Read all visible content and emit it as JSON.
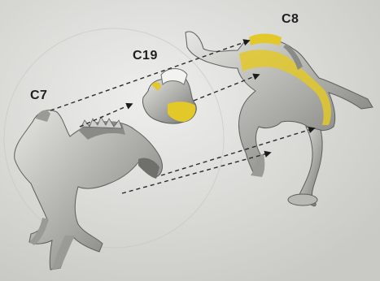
{
  "labels": {
    "c7": "C7",
    "c19": "C19",
    "c8": "C8"
  },
  "colors": {
    "background": "#d9d9d6",
    "part_fill": "#b8b8b5",
    "part_shade": "#8a8a87",
    "highlight": "#e3c82a",
    "dash": "#2a2a2a"
  }
}
